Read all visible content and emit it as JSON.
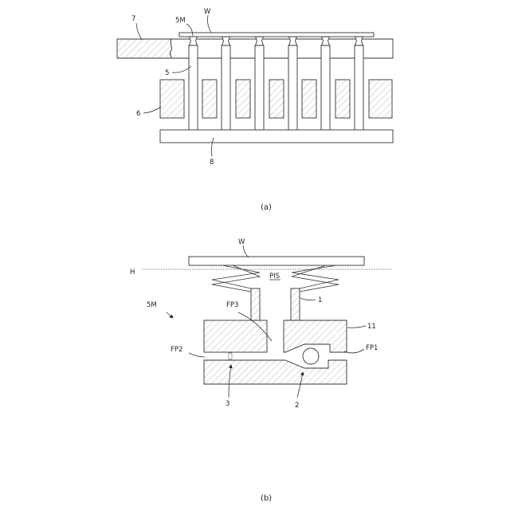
{
  "figure_a": {
    "caption": "(a)",
    "labels": {
      "ref_7": "7",
      "ref_5m": "5M",
      "ref_w": "W",
      "ref_5": "5",
      "ref_6": "6",
      "ref_8": "8"
    }
  },
  "figure_b": {
    "caption": "(b)",
    "labels": {
      "ref_w": "W",
      "ref_h": "H",
      "ref_pis": "PIS",
      "ref_1": "1",
      "ref_5m": "5M",
      "ref_fp3": "FP3",
      "ref_11": "11",
      "ref_fp2": "FP2",
      "ref_fp1": "FP1",
      "ref_3": "3",
      "ref_2": "2"
    }
  }
}
